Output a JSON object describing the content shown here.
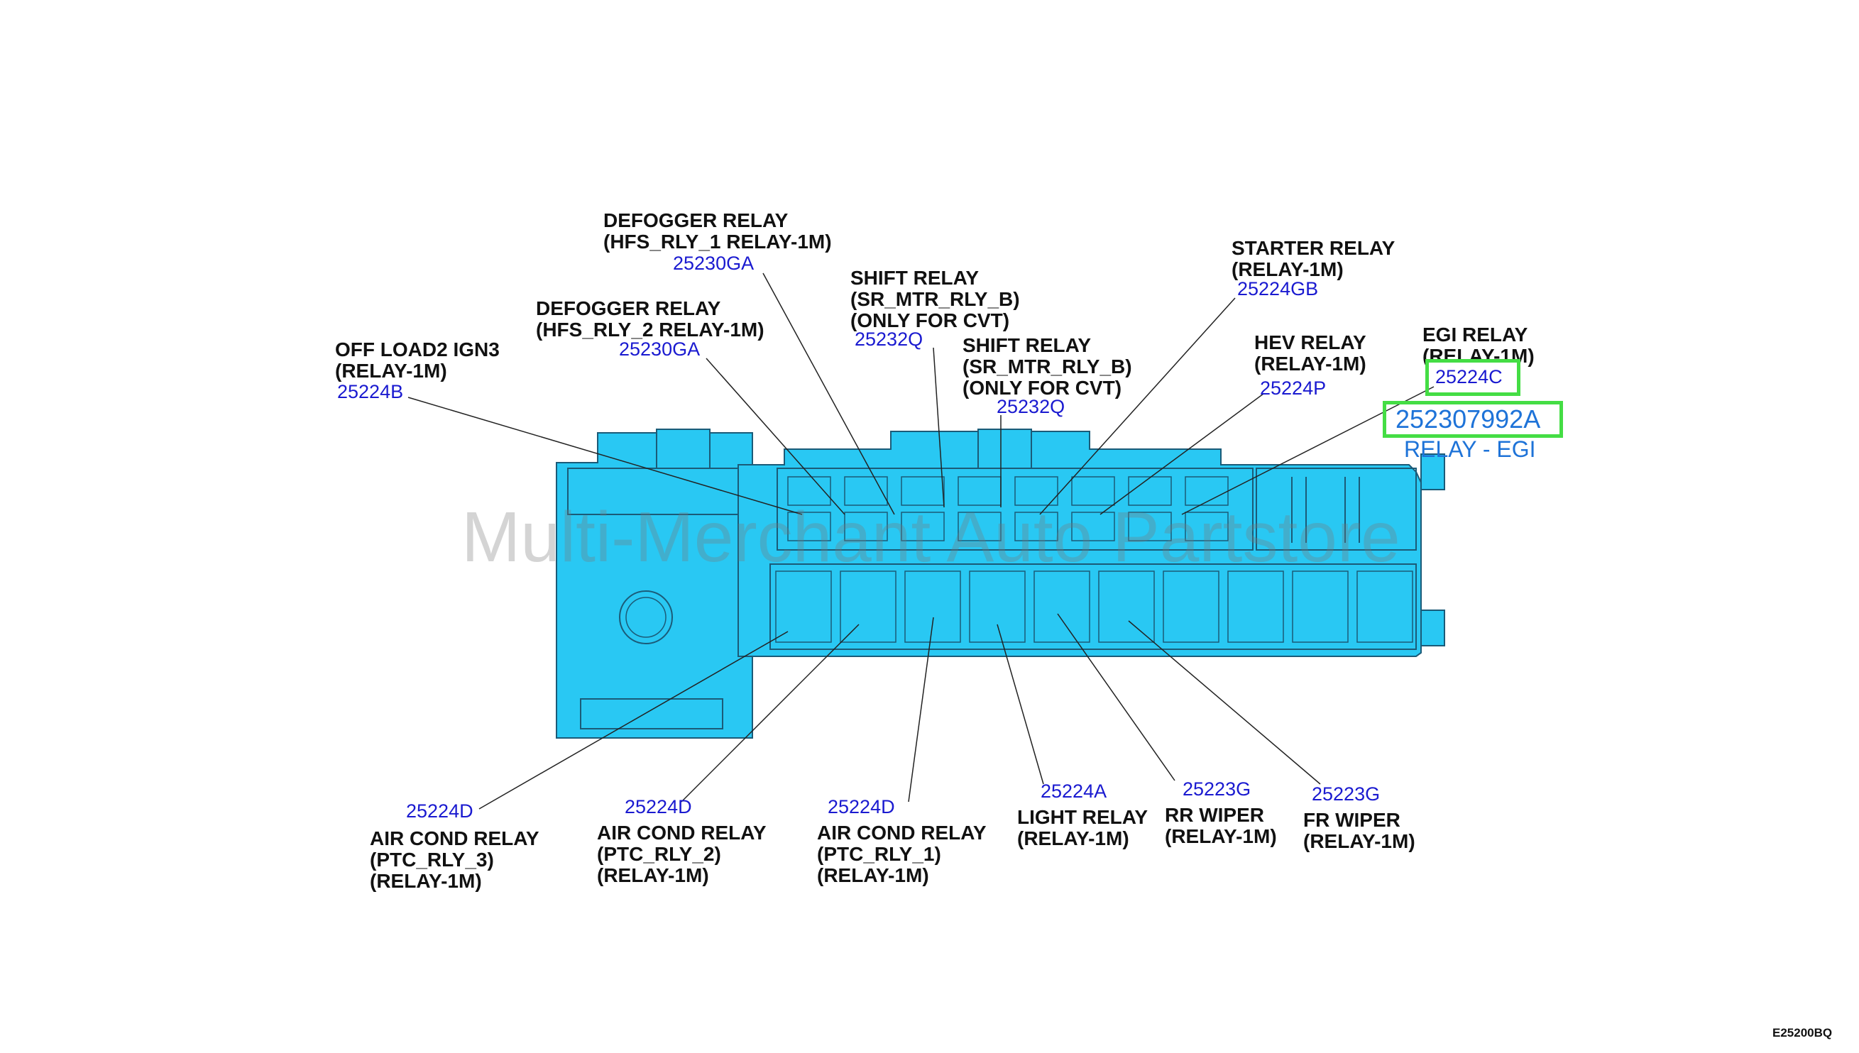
{
  "watermark": "Multi-Merchant Auto Partstore",
  "figure_code": "E25200BQ",
  "colors": {
    "body_fill": "#29c8f3",
    "outline": "#1b5b78",
    "leader": "#222222",
    "part_number": "#1a1ad0",
    "highlight_box": "#44dd44",
    "highlight_text": "#1e73d8"
  },
  "highlight": {
    "part_number": "252307992A",
    "description": "RELAY - EGI"
  },
  "callouts": [
    {
      "id": "off-load2",
      "lines": [
        "OFF LOAD2 IGN3",
        "(RELAY-1M)"
      ],
      "part": "25224B"
    },
    {
      "id": "defogger-2",
      "lines": [
        "DEFOGGER RELAY",
        "(HFS_RLY_2 RELAY-1M)"
      ],
      "part": "25230GA"
    },
    {
      "id": "defogger-1",
      "lines": [
        "DEFOGGER RELAY",
        "(HFS_RLY_1 RELAY-1M)"
      ],
      "part": "25230GA"
    },
    {
      "id": "shift-1",
      "lines": [
        "SHIFT RELAY",
        "(SR_MTR_RLY_B)",
        "(ONLY FOR CVT)"
      ],
      "part": "25232Q"
    },
    {
      "id": "shift-2",
      "lines": [
        "SHIFT RELAY",
        "(SR_MTR_RLY_B)",
        "(ONLY FOR CVT)"
      ],
      "part": "25232Q"
    },
    {
      "id": "starter",
      "lines": [
        "STARTER RELAY",
        "(RELAY-1M)"
      ],
      "part": "25224GB"
    },
    {
      "id": "hev",
      "lines": [
        "HEV RELAY",
        "(RELAY-1M)"
      ],
      "part": "25224P"
    },
    {
      "id": "egi",
      "lines": [
        "EGI RELAY",
        "(RELAY-1M)"
      ],
      "part": "25224C"
    },
    {
      "id": "ac-3",
      "lines": [
        "AIR COND RELAY",
        "(PTC_RLY_3)",
        "(RELAY-1M)"
      ],
      "part": "25224D"
    },
    {
      "id": "ac-2",
      "lines": [
        "AIR COND RELAY",
        "(PTC_RLY_2)",
        "(RELAY-1M)"
      ],
      "part": "25224D"
    },
    {
      "id": "ac-1",
      "lines": [
        "AIR COND RELAY",
        "(PTC_RLY_1)",
        "(RELAY-1M)"
      ],
      "part": "25224D"
    },
    {
      "id": "light",
      "lines": [
        "LIGHT RELAY",
        "(RELAY-1M)"
      ],
      "part": "25224A"
    },
    {
      "id": "rr-wiper",
      "lines": [
        "RR WIPER",
        "(RELAY-1M)"
      ],
      "part": "25223G"
    },
    {
      "id": "fr-wiper",
      "lines": [
        "FR WIPER",
        "(RELAY-1M)"
      ],
      "part": "25223G"
    }
  ]
}
